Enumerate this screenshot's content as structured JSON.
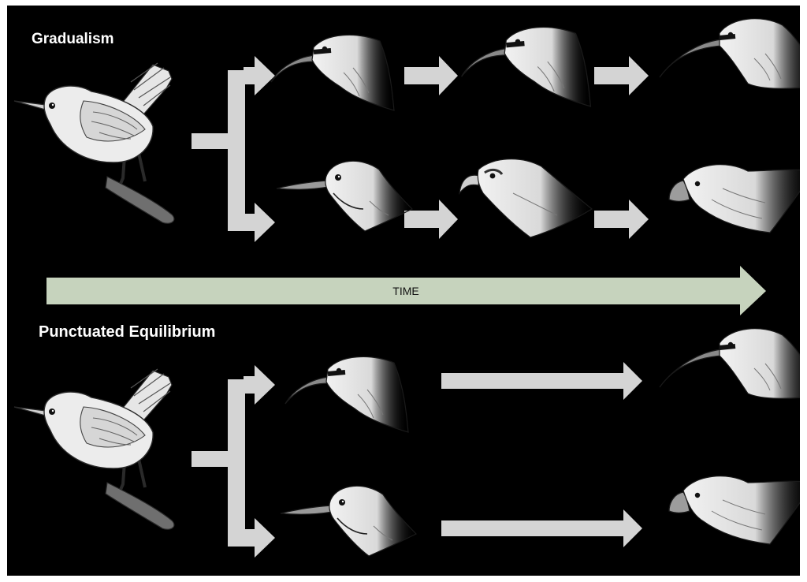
{
  "sections": {
    "gradualism": {
      "title": "Gradualism"
    },
    "punctuated": {
      "title": "Punctuated Equilibrium"
    }
  },
  "time_arrow": {
    "label": "TIME",
    "color": "#c6d3bd"
  },
  "colors": {
    "background": "#000000",
    "arrow_gray": "#d4d4d4",
    "bird_light": "#e9e9e9",
    "bird_outline": "#2a2a2a",
    "title_text": "#ffffff"
  },
  "icons": {
    "ancestor": "perched-bird",
    "heads": [
      "curved-beak-bird-head",
      "slender-beak-bird-head",
      "hooked-beak-bird-head",
      "finch-bird-head"
    ]
  }
}
